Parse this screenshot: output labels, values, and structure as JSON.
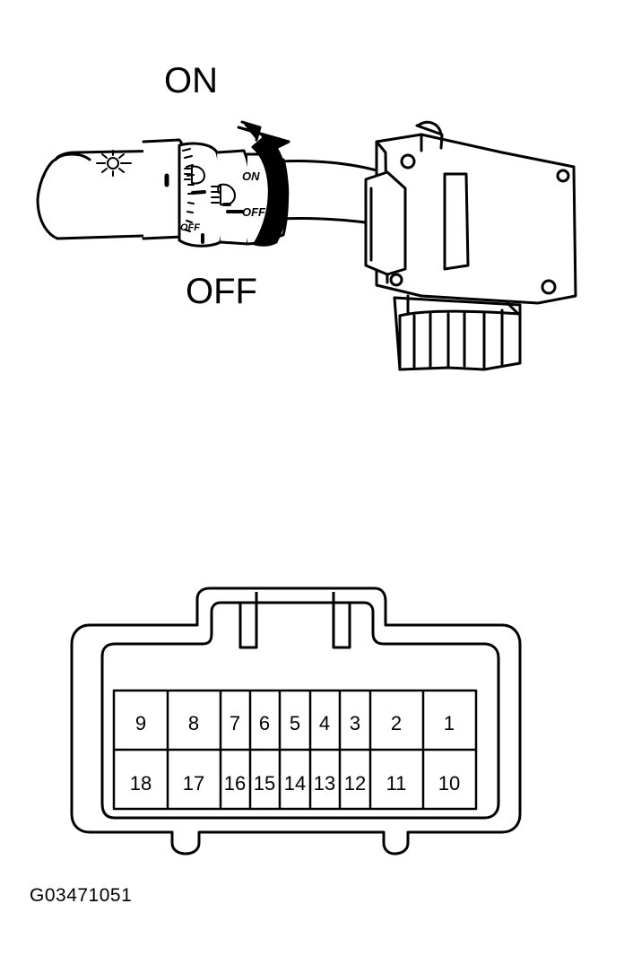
{
  "switch_labels": {
    "on": "ON",
    "off": "OFF",
    "ring_on": "ON",
    "ring_off": "OFF",
    "ring_off_small": "OFF"
  },
  "connector": {
    "top_row": [
      "9",
      "8",
      "7",
      "6",
      "5",
      "4",
      "3",
      "2",
      "1"
    ],
    "bottom_row": [
      "18",
      "17",
      "16",
      "15",
      "14",
      "13",
      "12",
      "11",
      "10"
    ]
  },
  "figure_code": "G03471051",
  "icons": [
    "headlight-icon",
    "fog-light-icon",
    "rotation-arrow-icon"
  ],
  "colors": {
    "line": "#000000",
    "background": "#ffffff"
  }
}
